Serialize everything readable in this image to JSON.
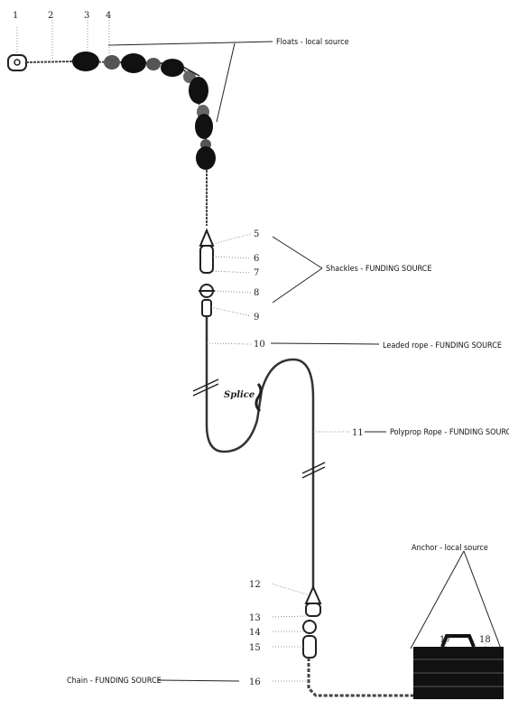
{
  "labels": {
    "floats": "Floats - local source",
    "shackles": "Shackles - FUNDING SOURCE",
    "leaded_rope": "Leaded rope - FUNDING SOURCE",
    "polyprop_rope": "Polyprop Rope - FUNDING SOURCE",
    "anchor": "Anchor - local source",
    "chain": "Chain - FUNDING SOURCE",
    "splice": "Splice"
  },
  "part_numbers": [
    "1",
    "2",
    "3",
    "4",
    "5",
    "6",
    "7",
    "8",
    "9",
    "10",
    "11",
    "12",
    "13",
    "14",
    "15",
    "16",
    "17",
    "18"
  ]
}
